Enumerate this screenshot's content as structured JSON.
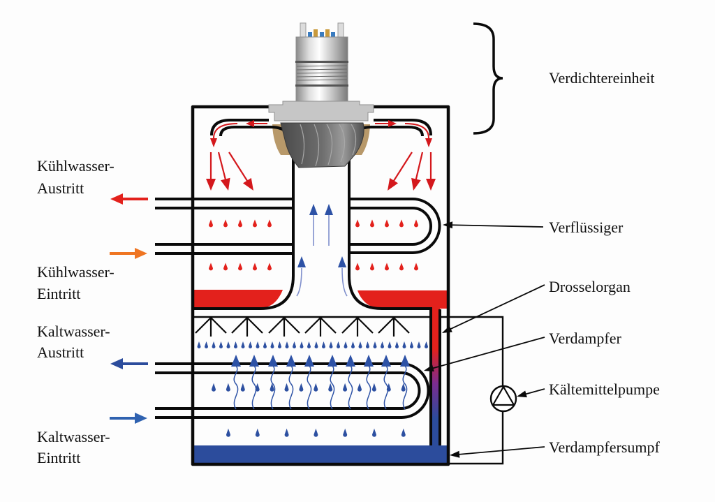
{
  "labels": {
    "compressor_unit": "Verdichtereinheit",
    "condenser": "Verflüssiger",
    "throttle": "Drosselorgan",
    "evaporator": "Verdampfer",
    "refrigerant_pump": "Kältemittelpumpe",
    "evaporator_sump": "Verdampfersumpf",
    "cooling_water_outlet": [
      "Kühlwasser-",
      "Austritt"
    ],
    "cooling_water_inlet": [
      "Kühlwasser-",
      "Eintritt"
    ],
    "chilled_water_outlet": [
      "Kaltwasser-",
      "Austritt"
    ],
    "chilled_water_inlet": [
      "Kaltwasser-",
      "Eintritt"
    ]
  },
  "colors": {
    "condenser_red": "#e3211c",
    "arrow_red": "#d4181c",
    "inlet_orange": "#ef7522",
    "evaporator_blue": "#2c4c9c",
    "drop_blue": "#2d50a1",
    "arrow_blue": "#2d52a6",
    "inlet_blue": "#2f62b0",
    "flow_line_blue": "#7f8fcc",
    "throttle_purple": "#7b2c90",
    "bearing_tan": "#b8996a",
    "impeller_gray": "#5c5c5c"
  }
}
